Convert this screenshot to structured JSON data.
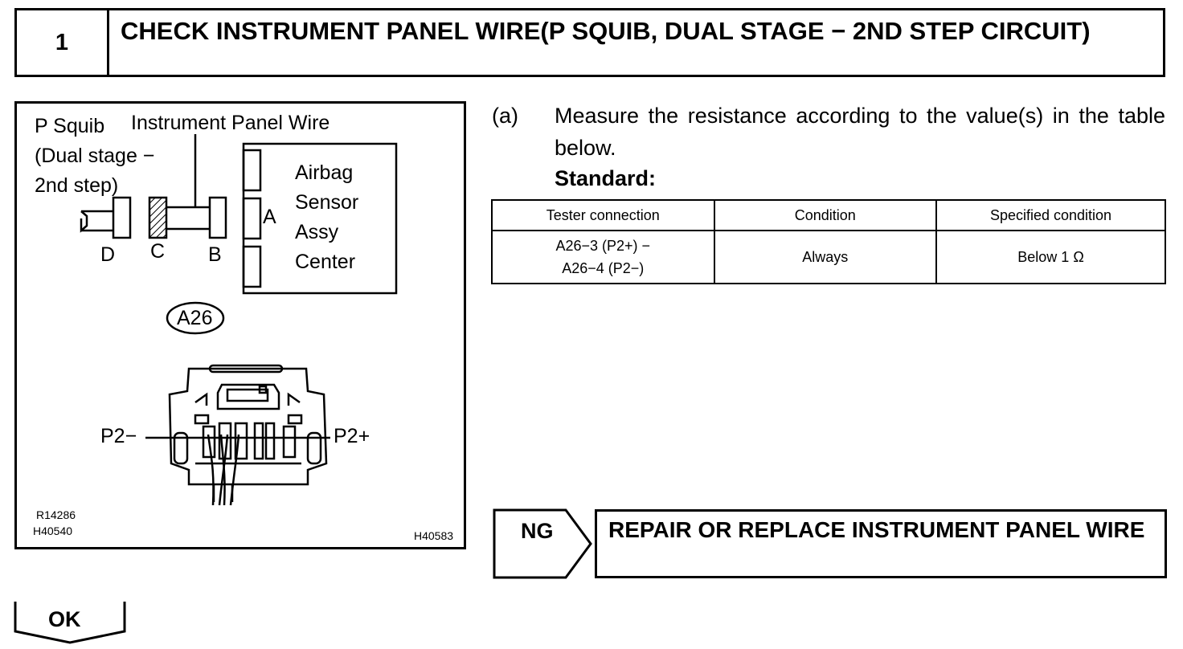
{
  "header": {
    "step_number": "1",
    "title": "CHECK INSTRUMENT PANEL WIRE(P SQUIB, DUAL STAGE − 2ND STEP CIRCUIT)"
  },
  "figure": {
    "p_squib_line1": "P Squib",
    "p_squib_line2": "(Dual stage −",
    "p_squib_line3": "2nd step)",
    "wire_label": "Instrument Panel Wire",
    "sensor_line1": "Airbag",
    "sensor_line2": "Sensor",
    "sensor_line3": "Assy",
    "sensor_line4": "Center",
    "conn_a": "A",
    "conn_b": "B",
    "conn_c": "C",
    "conn_d": "D",
    "connector_id": "A26",
    "pin_minus": "P2−",
    "pin_plus": "P2+",
    "ref_code_1": "R14286",
    "ref_code_2": "H40540",
    "ref_code_3": "H40583"
  },
  "step_a": {
    "label": "(a)",
    "text": "Measure the resistance according to the value(s) in the table below.",
    "standard_label": "Standard:"
  },
  "spec_table": {
    "headers": [
      "Tester connection",
      "Condition",
      "Specified condition"
    ],
    "rows": [
      {
        "tester_line1": "A26−3 (P2+) −",
        "tester_line2": "A26−4 (P2−)",
        "condition": "Always",
        "specified": "Below 1 Ω"
      }
    ]
  },
  "ng": {
    "label": "NG",
    "action": "REPAIR OR REPLACE INSTRUMENT PANEL WIRE"
  },
  "ok": {
    "label": "OK"
  }
}
